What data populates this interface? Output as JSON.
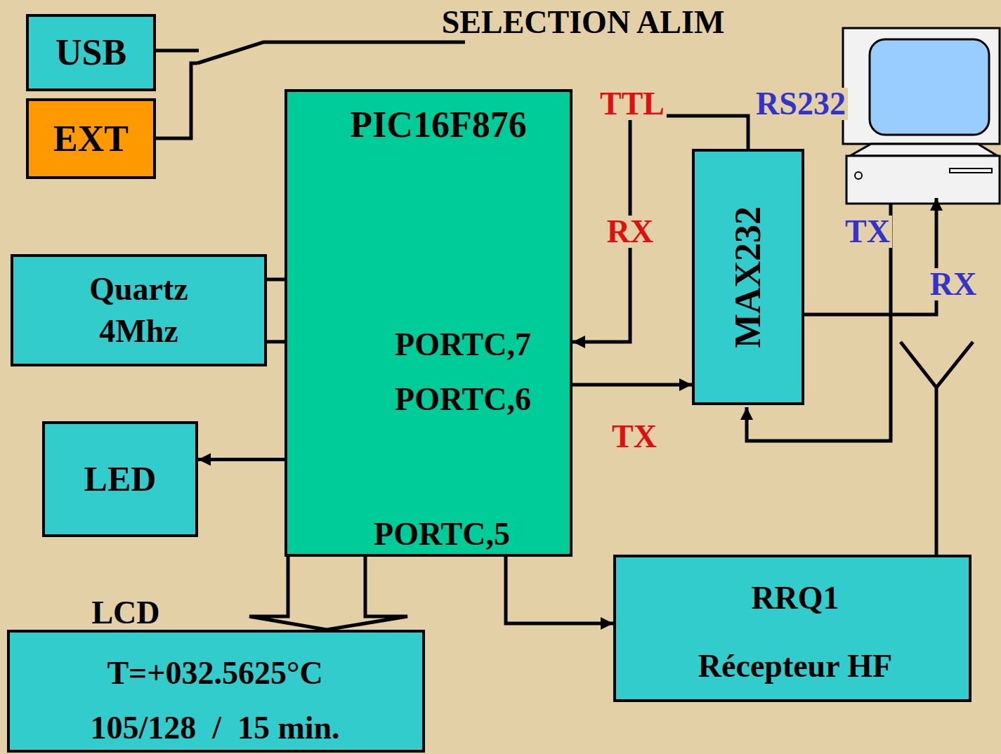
{
  "diagram": {
    "nodes": [
      {
        "text": [
          "USB"
        ]
      },
      {
        "text": [
          "EXT"
        ]
      },
      {
        "text": [
          "PIC16F876",
          "PORTC,7",
          "PORTC,6",
          "PORTC,5"
        ]
      },
      {
        "text": [
          "MAX232"
        ]
      },
      {
        "text": [
          "Quartz 4Mhz"
        ]
      },
      {
        "text": [
          "LED"
        ]
      },
      {
        "text": [
          "RRQ1",
          "Récepteur HF"
        ]
      },
      {
        "text": [
          "LCD",
          "T=+032.5625°C",
          "105/128  /  15 min."
        ]
      }
    ],
    "edges": [
      {
        "from": 4,
        "to": 2,
        "arrow": "none"
      },
      {
        "from": 4,
        "to": 2,
        "arrow": "none"
      },
      {
        "from": 2,
        "to": 5,
        "arrow": "to"
      },
      {
        "from": 3,
        "to": 2,
        "arrow": "to"
      },
      {
        "from": 2,
        "to": 3,
        "arrow": "to"
      },
      {
        "from": 2,
        "to": 7,
        "arrow": "to"
      },
      {
        "from": 2,
        "to": 6,
        "arrow": "to"
      }
    ],
    "labels": [
      "SELECTION ALIM",
      "TTL",
      "RS232",
      "RX",
      "TX",
      "RX",
      "TX"
    ]
  }
}
